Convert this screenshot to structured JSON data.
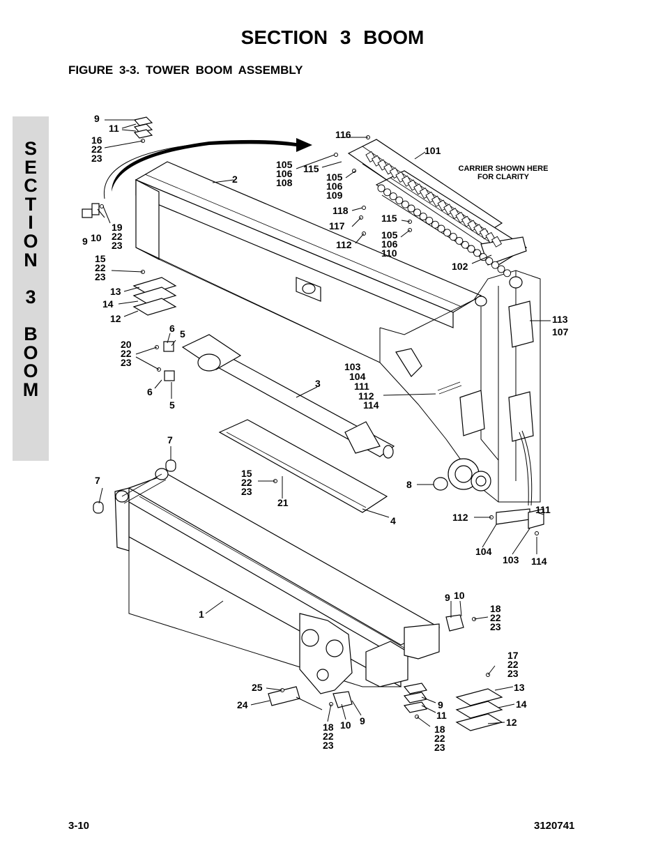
{
  "header": {
    "section_title": "SECTION 3   BOOM",
    "figure_title": "FIGURE 3-3.   TOWER BOOM ASSEMBLY"
  },
  "side_tab": {
    "letters": [
      "S",
      "E",
      "C",
      "T",
      "I",
      "O",
      "N",
      " ",
      "3",
      " ",
      "B",
      "O",
      "O",
      "M"
    ]
  },
  "figure": {
    "note": [
      "CARRIER SHOWN HERE",
      "FOR CLARITY"
    ],
    "callouts": {
      "c9a": "9",
      "c11a": "11",
      "c16": "16",
      "c22a": "22",
      "c23a": "23",
      "c2": "2",
      "c19": "19",
      "c22b": "22",
      "c23b": "23",
      "c9b": "9",
      "c10a": "10",
      "c15a": "15",
      "c22c": "22",
      "c23c": "23",
      "c13a": "13",
      "c14a": "14",
      "c12a": "12",
      "c6a": "6",
      "c5a": "5",
      "c20": "20",
      "c22d": "22",
      "c23d": "23",
      "c6b": "6",
      "c5b": "5",
      "c3": "3",
      "c116": "116",
      "c101": "101",
      "c105a": "105",
      "c106a": "106",
      "c108": "108",
      "c115a": "115",
      "c105b": "105",
      "c106b": "106",
      "c109": "109",
      "c118": "118",
      "c117": "117",
      "c112a": "112",
      "c115b": "115",
      "c105c": "105",
      "c106c": "106",
      "c110": "110",
      "c102": "102",
      "c113": "113",
      "c107": "107",
      "c103a": "103",
      "c104a": "104",
      "c111a": "111",
      "c112b": "112",
      "c114a": "114",
      "c7a": "7",
      "c7b": "7",
      "c15b": "15",
      "c22e": "22",
      "c23e": "23",
      "c21": "21",
      "c4": "4",
      "c8": "8",
      "c112c": "112",
      "c111b": "111",
      "c104b": "104",
      "c103b": "103",
      "c114b": "114",
      "c1": "1",
      "c9c": "9",
      "c10b": "10",
      "c18a": "18",
      "c22f": "22",
      "c23f": "23",
      "c17": "17",
      "c22g": "22",
      "c23g": "23",
      "c13b": "13",
      "c14b": "14",
      "c12b": "12",
      "c25": "25",
      "c24": "24",
      "c9d": "9",
      "c11b": "11",
      "c18b": "18",
      "c22h": "22",
      "c23h": "23",
      "c18c": "18",
      "c22i": "22",
      "c23i": "23",
      "c10c": "10",
      "c9e": "9"
    }
  },
  "footer": {
    "page_number": "3-10",
    "doc_number": "3120741"
  }
}
